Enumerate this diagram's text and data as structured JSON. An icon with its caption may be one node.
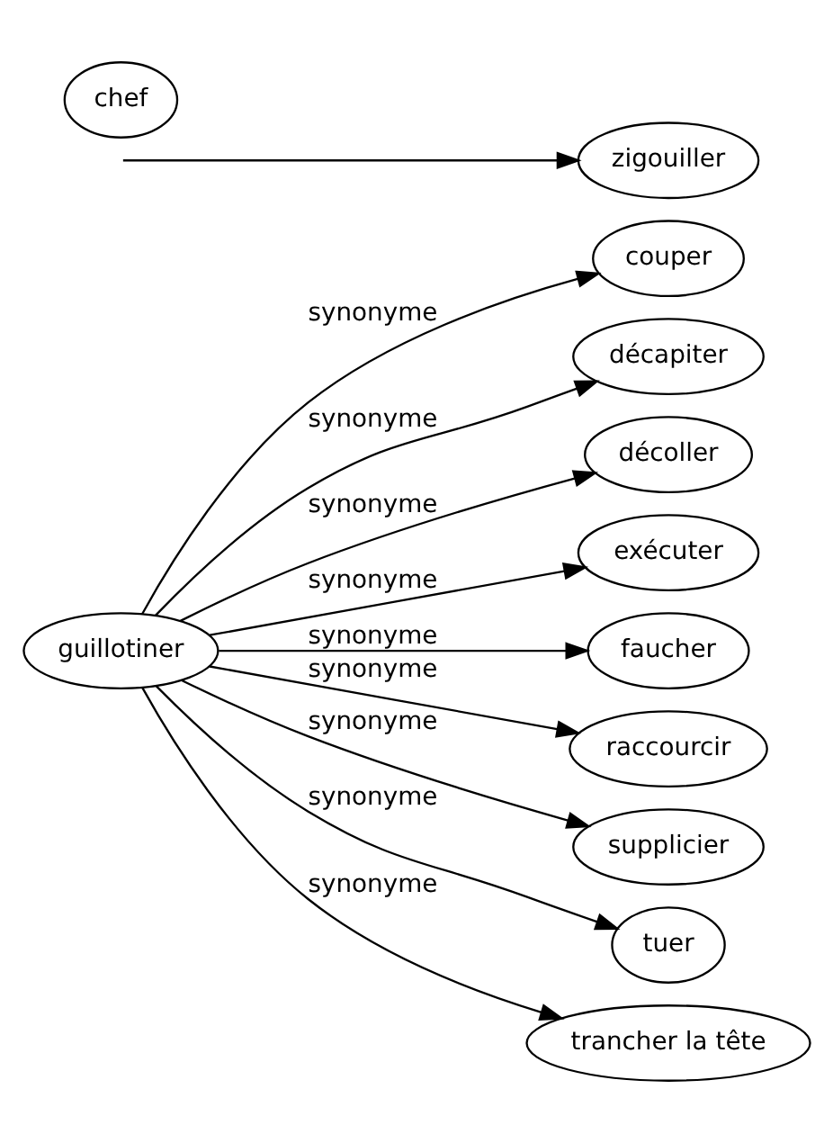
{
  "diagram": {
    "nodes": [
      {
        "text": [
          "guillotiner"
        ]
      },
      {
        "text": [
          "zigouiller"
        ]
      },
      {
        "text": [
          "couper"
        ]
      },
      {
        "text": [
          "chef"
        ]
      },
      {
        "text": [
          "décapiter"
        ]
      },
      {
        "text": [
          "décoller"
        ]
      },
      {
        "text": [
          "exécuter"
        ]
      },
      {
        "text": [
          "faucher"
        ]
      },
      {
        "text": [
          "raccourcir"
        ]
      },
      {
        "text": [
          "supplicier"
        ]
      },
      {
        "text": [
          "tuer"
        ]
      },
      {
        "text": [
          "trancher la tête"
        ]
      }
    ],
    "edges": [
      {
        "from": null,
        "to": 1,
        "arrow": "to"
      },
      {
        "from": 0,
        "to": 2,
        "arrow": "to",
        "label": "synonyme"
      },
      {
        "from": 0,
        "to": 4,
        "arrow": "to",
        "label": "synonyme"
      },
      {
        "from": 0,
        "to": 5,
        "arrow": "to",
        "label": "synonyme"
      },
      {
        "from": 0,
        "to": 6,
        "arrow": "to",
        "label": "synonyme"
      },
      {
        "from": 0,
        "to": 7,
        "arrow": "to",
        "label": "synonyme"
      },
      {
        "from": 0,
        "to": 8,
        "arrow": "to",
        "label": "synonyme"
      },
      {
        "from": 0,
        "to": 9,
        "arrow": "to",
        "label": "synonyme"
      },
      {
        "from": 0,
        "to": 10,
        "arrow": "to",
        "label": "synonyme"
      },
      {
        "from": 0,
        "to": 11,
        "arrow": "to",
        "label": "synonyme"
      }
    ]
  }
}
